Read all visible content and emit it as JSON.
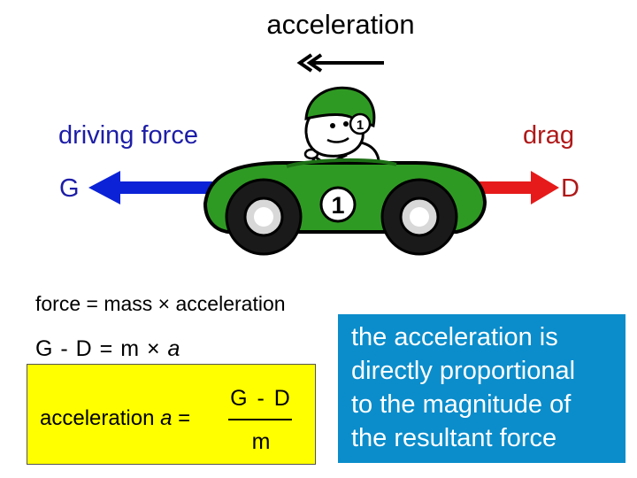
{
  "title": "acceleration",
  "labels": {
    "driving_force": "driving force",
    "drag": "drag",
    "g": "G",
    "d": "D",
    "car_number": "1",
    "helmet_number": "1"
  },
  "law": "force = mass × acceleration",
  "equation": {
    "lhs": "G - D = m × ",
    "a": "a"
  },
  "formula": {
    "prefix": "acceleration ",
    "a": "a",
    "equals": " =",
    "numerator": "G - D",
    "denominator": "m"
  },
  "statement": {
    "lines": [
      "the acceleration is",
      "directly proportional",
      "to the magnitude of",
      "the resultant force"
    ]
  },
  "colors": {
    "driving_arrow": "#0b22d6",
    "drag_arrow": "#e61a1a",
    "car_body": "#2f9a23",
    "car_dark": "#1d6f15",
    "formula_box": "#ffff00",
    "statement_box": "#0b8dcb"
  }
}
